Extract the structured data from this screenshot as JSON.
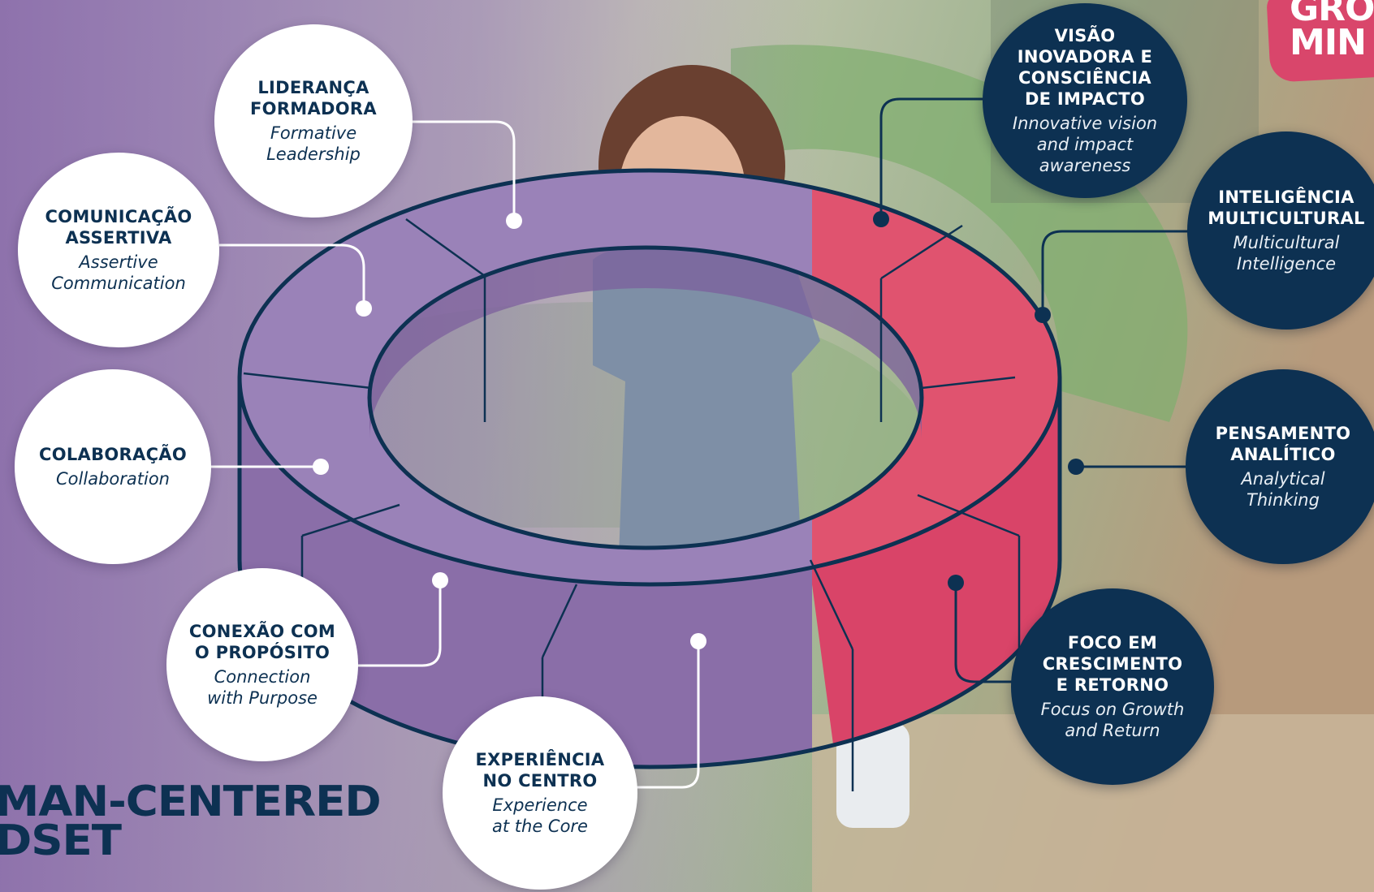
{
  "colors": {
    "purple": "#8f75aa",
    "pink": "#dc4a6c",
    "navy": "#0d3152"
  },
  "corner_tag": "GRO\nMIN",
  "headline": "MAN-CENTERED\nDSET",
  "skills": [
    {
      "pt": "LIDERANÇA\nFORMADORA",
      "en": "Formative\nLeadership"
    },
    {
      "pt": "COMUNICAÇÃO\nASSERTIVA",
      "en": "Assertive\nCommunication"
    },
    {
      "pt": "COLABORAÇÃO",
      "en": "Collaboration"
    },
    {
      "pt": "CONEXÃO COM\nO PROPÓSITO",
      "en": "Connection\nwith Purpose"
    },
    {
      "pt": "EXPERIÊNCIA\nNO CENTRO",
      "en": "Experience\nat the Core"
    },
    {
      "pt": "VISÃO\nINOVADORA E\nCONSCIÊNCIA\nDE IMPACTO",
      "en": "Innovative vision\nand impact\nawareness"
    },
    {
      "pt": "INTELIGÊNCIA\nMULTICULTURAL",
      "en": "Multicultural\nIntelligence"
    },
    {
      "pt": "PENSAMENTO\nANALÍTICO",
      "en": "Analytical\nThinking"
    },
    {
      "pt": "FOCO EM\nCRESCIMENTO\nE RETORNO",
      "en": "Focus on Growth\nand Return"
    }
  ]
}
